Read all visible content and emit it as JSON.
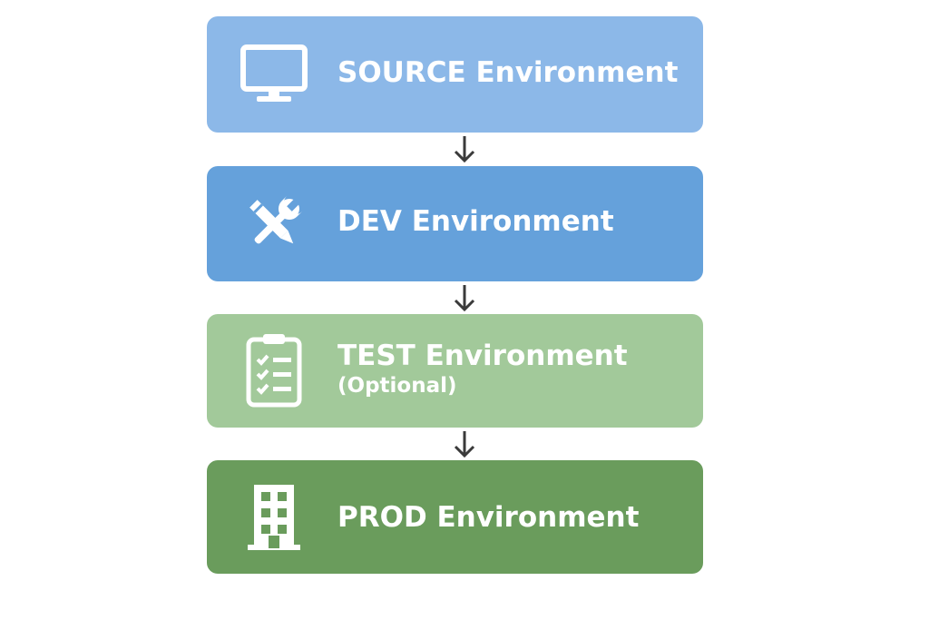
{
  "stages": [
    {
      "label": "SOURCE Environment",
      "icon": "monitor-icon",
      "color": "#8cb8e8"
    },
    {
      "label": "DEV Environment",
      "icon": "wrench-pencil-icon",
      "color": "#65a1db"
    },
    {
      "label": "TEST Environment",
      "sub": "(Optional)",
      "icon": "clipboard-checklist-icon",
      "color": "#a2c99a"
    },
    {
      "label": "PROD Environment",
      "icon": "building-icon",
      "color": "#6a9c5c"
    }
  ],
  "arrow_color": "#3a3a3a"
}
